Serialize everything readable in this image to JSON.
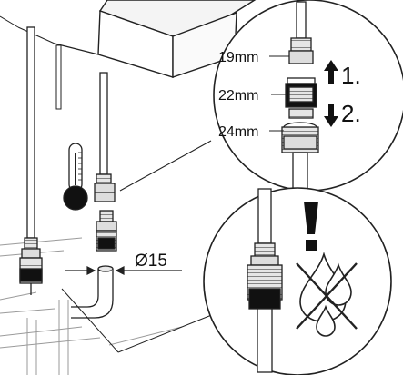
{
  "labels": {
    "size_top": "19mm",
    "size_mid": "22mm",
    "size_bottom": "24mm",
    "step_1": "1.",
    "step_2": "2.",
    "diameter": "Ø15"
  },
  "icons": {
    "thermometer": "thermometer-icon",
    "warning": "exclamation-icon",
    "no_water": "crossed-water-drops-icon",
    "step_up_arrow": "arrow-up-icon",
    "step_down_arrow": "arrow-down-icon"
  },
  "colors": {
    "line": "#222222",
    "fill_light": "#f2f2f2",
    "fill_mid": "#d8d8d8",
    "fill_dark": "#111111"
  }
}
